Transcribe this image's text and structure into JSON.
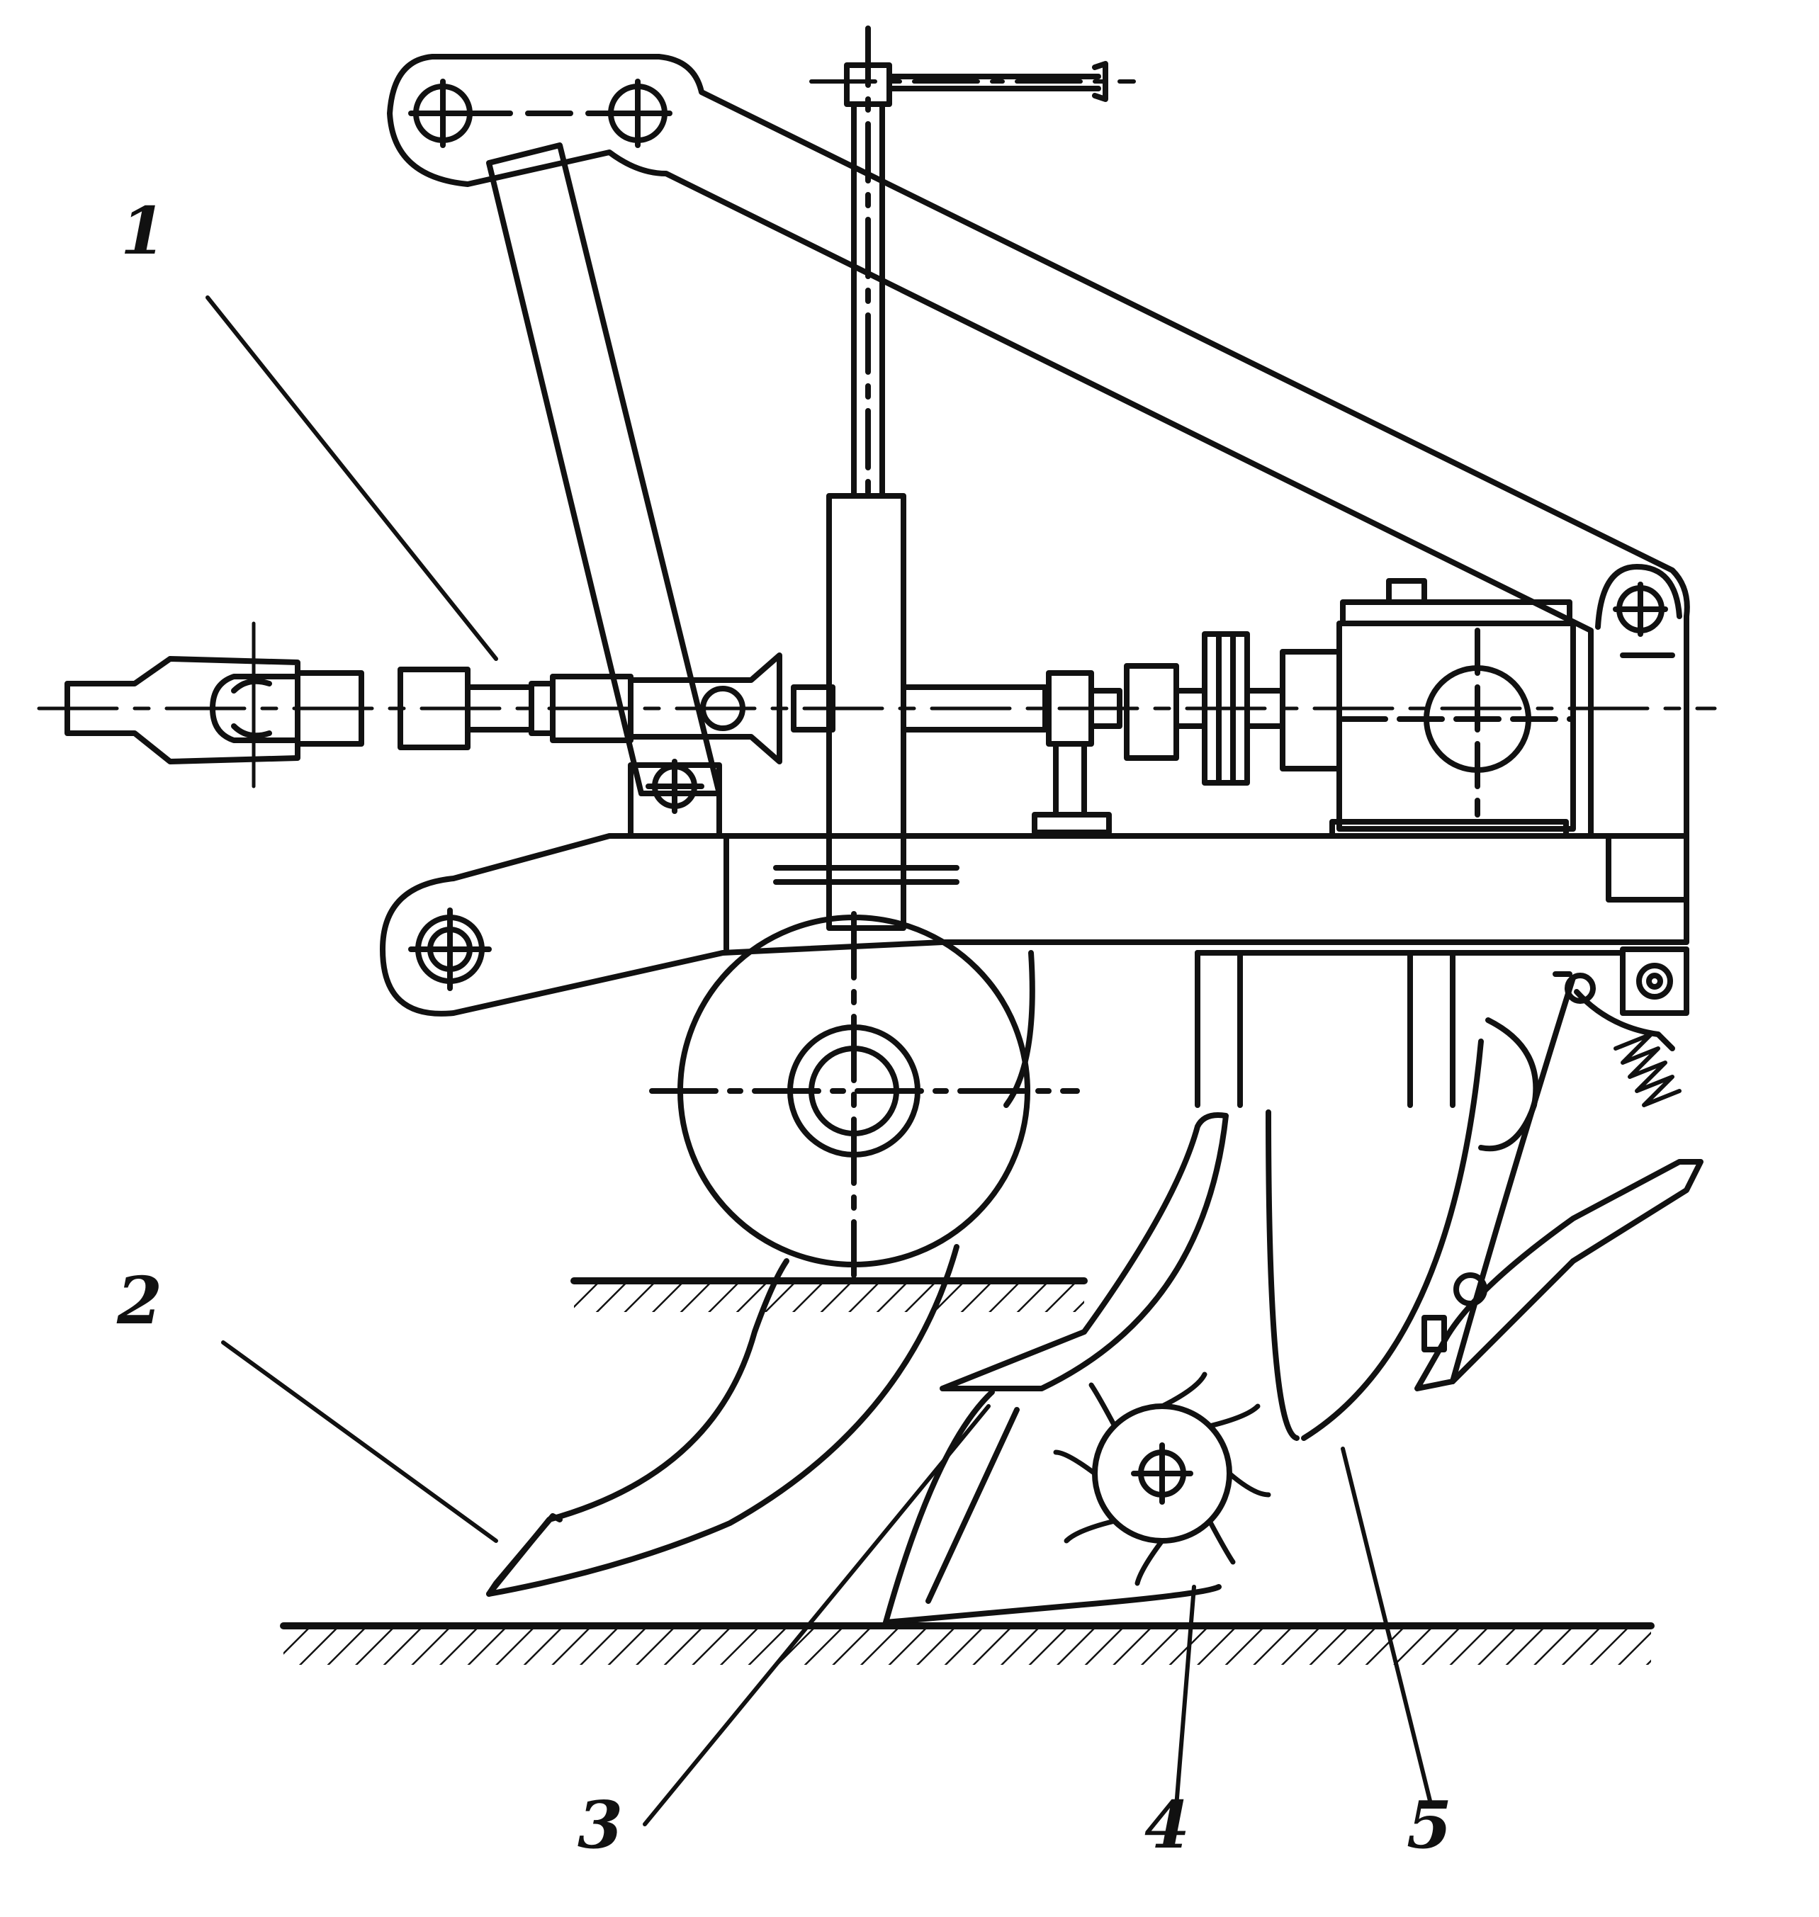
{
  "figure": {
    "callouts": [
      {
        "id": "1",
        "label": "1"
      },
      {
        "id": "2",
        "label": "2"
      },
      {
        "id": "3",
        "label": "3"
      },
      {
        "id": "4",
        "label": "4"
      },
      {
        "id": "5",
        "label": "5"
      }
    ]
  },
  "colors": {
    "ink": "#111111",
    "paper": "#ffffff"
  }
}
